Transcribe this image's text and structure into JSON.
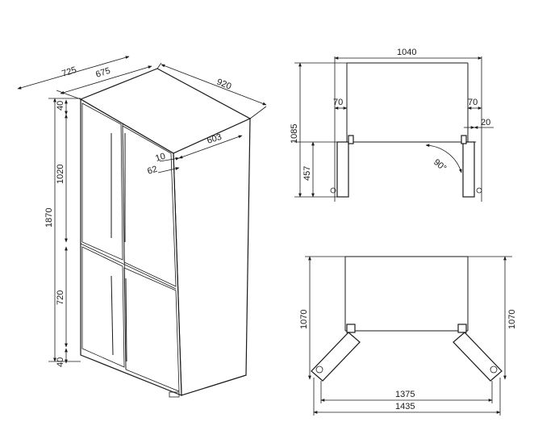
{
  "isometric": {
    "depth_total": "725",
    "depth_body": "675",
    "width": "920",
    "top_gap": "40",
    "upper_door_height": "1020",
    "total_height": "1870",
    "lower_door_height": "720",
    "bottom_gap": "40",
    "side_depth": "603",
    "door_offset": "10",
    "handle_depth": "62"
  },
  "top_view": {
    "opening_width": "1040",
    "height": "1085",
    "side_clearance_left": "70",
    "side_clearance_right": "70",
    "rear_gap": "20",
    "door_depth": "457",
    "angle": "90°"
  },
  "bottom_view": {
    "depth_left": "1070",
    "depth_right": "1070",
    "width_inner": "1375",
    "width_outer": "1435"
  }
}
